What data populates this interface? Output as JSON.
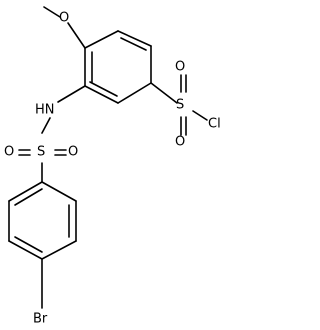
{
  "molecule": {
    "labels": {
      "methoxy_methyl": "",
      "methoxy_o": "O",
      "nh": "HN",
      "sulfonyl_chloride_s": "S",
      "sulfonyl_chloride_o_top": "O",
      "sulfonyl_chloride_o_bottom": "O",
      "chlorine": "Cl",
      "sulfonamide_s": "S",
      "sulfonamide_o_left": "O",
      "sulfonamide_o_right": "O",
      "bromine": "Br"
    }
  }
}
